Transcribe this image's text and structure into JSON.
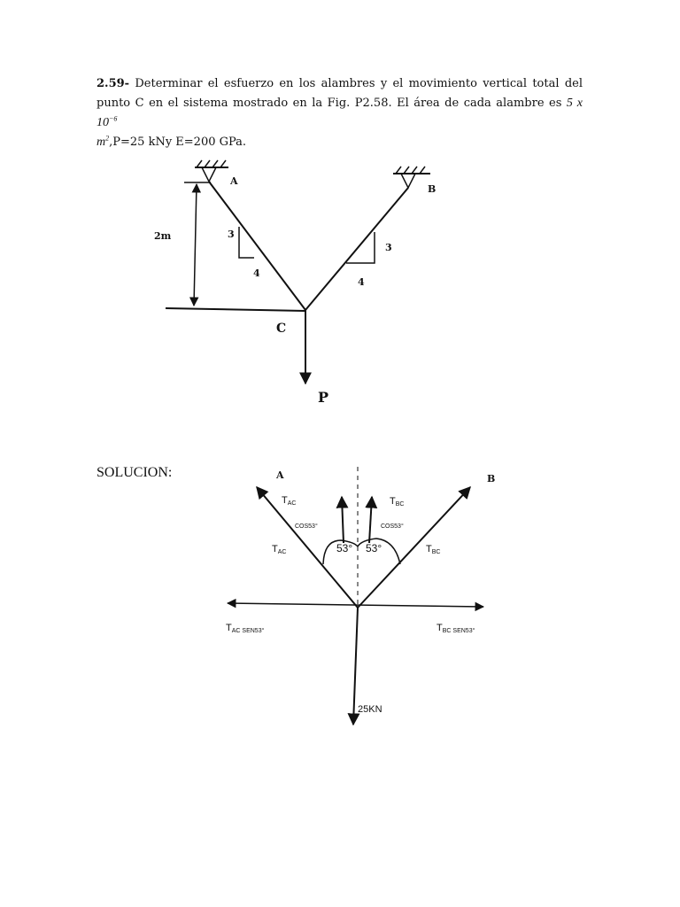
{
  "problem": {
    "number": "2.59-",
    "text_line1": " Determinar el esfuerzo en los alambres y el movimiento vertical total del punto C en el sistema mostrado en la Fig. P2.58. El área de cada alambre es ",
    "area_value": "5 x 10",
    "area_exp": "−6",
    "area_unit": "m",
    "area_unit_exp": "2",
    "text_line2": ",P=25 kNy E=200 GPa."
  },
  "figure1": {
    "label_a": "A",
    "label_b": "B",
    "label_c": "C",
    "label_p": "P",
    "dim_height": "2m",
    "slope_left_rise": "3",
    "slope_left_run": "4",
    "slope_right_rise": "3",
    "slope_right_run": "4"
  },
  "solution": {
    "heading": "SOLUCION:",
    "label_a": "A",
    "label_b": "B",
    "t_ac_upper": "T",
    "t_ac_upper_sub": "AC",
    "t_bc_upper": "T",
    "t_bc_upper_sub": "BC",
    "cos_left": "COS53°",
    "cos_right": "COS53°",
    "angle_left": "53°",
    "angle_right": "53°",
    "t_ac_lower": "T",
    "t_ac_lower_sub": "AC",
    "t_bc_lower": "T",
    "t_bc_lower_sub": "BC",
    "t_ac_sen": "T",
    "t_ac_sen_sub": "AC SEN53°",
    "t_bc_sen": "T",
    "t_bc_sen_sub": "BC SEN53°",
    "load": "25KN"
  }
}
